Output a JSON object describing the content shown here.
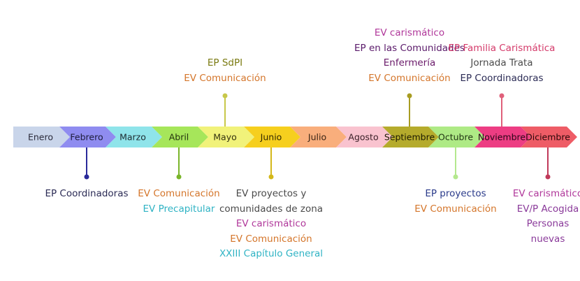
{
  "months": [
    {
      "label": "Enero",
      "fill": "#c9d5ea",
      "text": "#2a2a3a"
    },
    {
      "label": "Febrero",
      "fill": "#8f8cf0",
      "text": "#1c1c3a"
    },
    {
      "label": "Marzo",
      "fill": "#8fe4ea",
      "text": "#1c2a30"
    },
    {
      "label": "Abril",
      "fill": "#a6e65a",
      "text": "#24330e"
    },
    {
      "label": "Mayo",
      "fill": "#f1f27a",
      "text": "#33320e"
    },
    {
      "label": "Junio",
      "fill": "#f6cf1e",
      "text": "#332800"
    },
    {
      "label": "Julio",
      "fill": "#f9ae7c",
      "text": "#3a2414"
    },
    {
      "label": "Agosto",
      "fill": "#f9c3cf",
      "text": "#3a2028"
    },
    {
      "label": "Septiembre",
      "fill": "#b5ab2c",
      "text": "#1c1a00"
    },
    {
      "label": "Octubre",
      "fill": "#aeea85",
      "text": "#1f3312"
    },
    {
      "label": "Noviembre",
      "fill": "#ed3d83",
      "text": "#2a0418"
    },
    {
      "label": "Diciembre",
      "fill": "#ee5c66",
      "text": "#2a0608"
    }
  ],
  "events": [
    {
      "month": 1,
      "side": "below",
      "color": "#2a2a9a",
      "lines": [
        {
          "text": "EP Coordinadoras",
          "color": "#2b2b55"
        }
      ]
    },
    {
      "month": 3,
      "side": "below",
      "color": "#7ab52a",
      "lines": [
        {
          "text": "EV Comunicación",
          "color": "#d4752a"
        },
        {
          "text": "EV Precapitular",
          "color": "#2fb3c4"
        }
      ]
    },
    {
      "month": 4,
      "side": "above",
      "color": "#c8c84a",
      "lines": [
        {
          "text": "EP SdPI",
          "color": "#7a7a10"
        },
        {
          "text": "EV Comunicación",
          "color": "#d4752a"
        }
      ]
    },
    {
      "month": 5,
      "side": "below",
      "color": "#d4b81a",
      "lines": [
        {
          "text": "EV proyectos y",
          "color": "#4a4a4a"
        },
        {
          "text": "comunidades de zona",
          "color": "#4a4a4a"
        },
        {
          "text": "EV carismático",
          "color": "#b0379a"
        },
        {
          "text": "EV Comunicación",
          "color": "#d4752a"
        },
        {
          "text": "XXIII Capítulo General",
          "color": "#2fb3c4"
        }
      ]
    },
    {
      "month": 8,
      "side": "above",
      "color": "#a89c22",
      "lines": [
        {
          "text": "EV carismático",
          "color": "#b0379a"
        },
        {
          "text": "EP en las Comunidades",
          "color": "#5a1a6a"
        },
        {
          "text": "Enfermería",
          "color": "#6a1a6a"
        },
        {
          "text": "EV Comunicación",
          "color": "#d4752a"
        }
      ]
    },
    {
      "month": 9,
      "side": "below",
      "color": "#b4e88e",
      "lines": [
        {
          "text": "EP proyectos",
          "color": "#2a3a8a"
        },
        {
          "text": "EV Comunicación",
          "color": "#d4752a"
        }
      ]
    },
    {
      "month": 10,
      "side": "above",
      "color": "#e0607a",
      "lines": [
        {
          "text": "EP Familia Carismática",
          "color": "#d43a6a"
        },
        {
          "text": "Jornada Trata",
          "color": "#4a4a4a"
        },
        {
          "text": "EP Coordinadoras",
          "color": "#2b2b55"
        }
      ]
    },
    {
      "month": 11,
      "side": "below",
      "color": "#c03a5a",
      "lines": [
        {
          "text": "EV carismático",
          "color": "#b0379a"
        },
        {
          "text": "EV/P Acogida",
          "color": "#8a3a9a"
        },
        {
          "text": "Personas",
          "color": "#8a3a9a"
        },
        {
          "text": "nuevas",
          "color": "#8a3a9a"
        }
      ]
    }
  ]
}
